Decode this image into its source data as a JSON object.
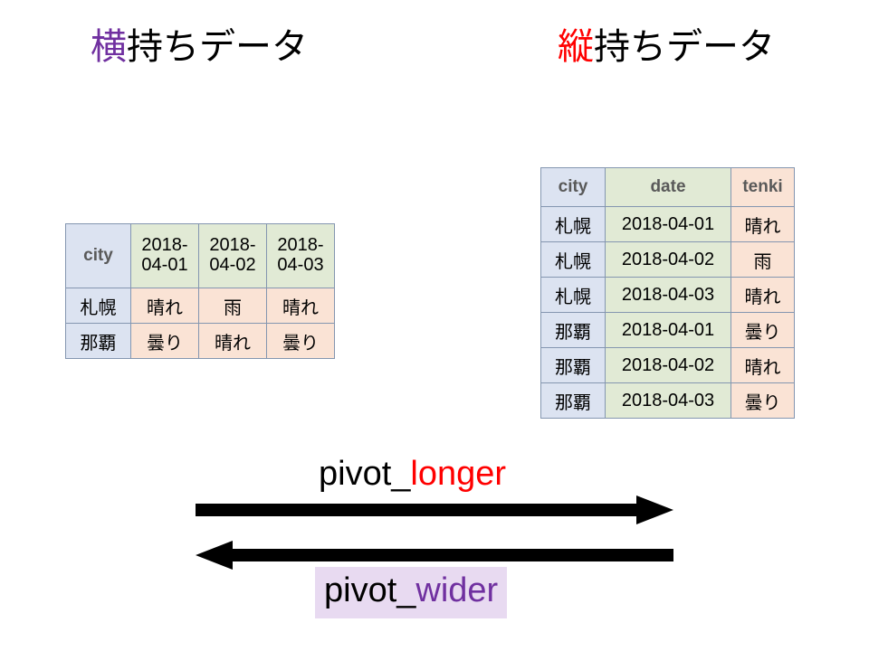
{
  "titles": {
    "wide": {
      "accent": "横",
      "rest": "持ちデータ",
      "accent_color": "#7030a0"
    },
    "long": {
      "accent": "縦",
      "rest": "持ちデータ",
      "accent_color": "#ff0000"
    }
  },
  "wide_table": {
    "headers": [
      "city",
      "2018-04-01",
      "2018-04-02",
      "2018-04-03"
    ],
    "header_lines": [
      [
        "city"
      ],
      [
        "2018-",
        "04-01"
      ],
      [
        "2018-",
        "04-02"
      ],
      [
        "2018-",
        "04-03"
      ]
    ],
    "rows": [
      {
        "city": "札幌",
        "values": [
          "晴れ",
          "雨",
          "晴れ"
        ]
      },
      {
        "city": "那覇",
        "values": [
          "曇り",
          "晴れ",
          "曇り"
        ]
      }
    ],
    "colors": {
      "city": "#dce3f1",
      "date": "#e1ead5",
      "value": "#fae3d5",
      "border": "#8496b0",
      "header_text": "#595959"
    }
  },
  "long_table": {
    "headers": [
      "city",
      "date",
      "tenki"
    ],
    "rows": [
      {
        "city": "札幌",
        "date": "2018-04-01",
        "tenki": "晴れ"
      },
      {
        "city": "札幌",
        "date": "2018-04-02",
        "tenki": "雨"
      },
      {
        "city": "札幌",
        "date": "2018-04-03",
        "tenki": "晴れ"
      },
      {
        "city": "那覇",
        "date": "2018-04-01",
        "tenki": "曇り"
      },
      {
        "city": "那覇",
        "date": "2018-04-02",
        "tenki": "晴れ"
      },
      {
        "city": "那覇",
        "date": "2018-04-03",
        "tenki": "曇り"
      }
    ],
    "colors": {
      "city": "#dce3f1",
      "date": "#e1ead5",
      "tenki": "#fae3d5",
      "border": "#8496b0",
      "header_text": "#595959"
    }
  },
  "transforms": {
    "longer": {
      "prefix": "pivot_",
      "accent": "longer",
      "accent_color": "#ff0000",
      "direction": "right",
      "arrow_color": "#000000"
    },
    "wider": {
      "prefix": "pivot_",
      "accent": "wider",
      "accent_color": "#7030a0",
      "direction": "left",
      "arrow_color": "#000000",
      "highlight_color": "#e8daf1"
    }
  }
}
